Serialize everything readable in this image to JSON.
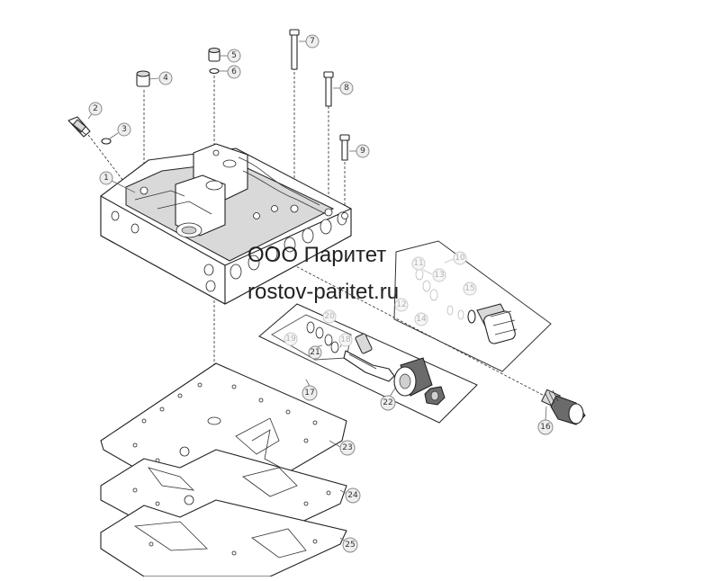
{
  "watermark": {
    "company": "ООО Паритет",
    "website": "rostov-paritet.ru"
  },
  "callouts": [
    "1",
    "2",
    "3",
    "4",
    "5",
    "6",
    "7",
    "8",
    "9",
    "10",
    "11",
    "12",
    "13",
    "14",
    "15",
    "16",
    "17",
    "18",
    "19",
    "20",
    "21",
    "22",
    "23",
    "24",
    "25"
  ]
}
